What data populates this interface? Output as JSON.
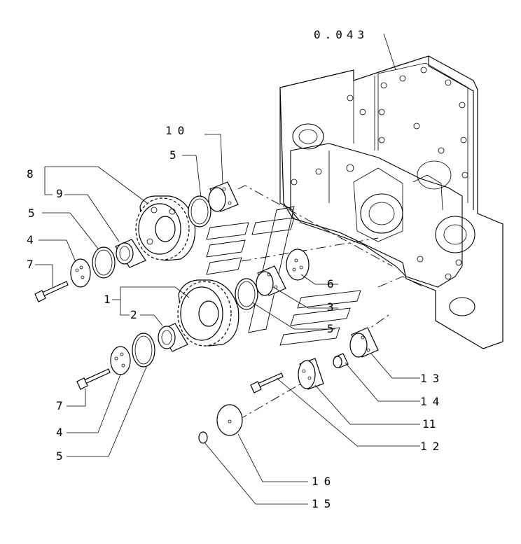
{
  "ref_label": "0.043",
  "labels": {
    "p1": "1",
    "p2": "2",
    "p3": "3",
    "p4a": "4",
    "p4b": "4",
    "p5a": "5",
    "p5b": "5",
    "p5c": "5",
    "p5d": "5",
    "p6": "6",
    "p7a": "7",
    "p7b": "7",
    "p8": "8",
    "p9": "9",
    "p10": "10",
    "p11": "11",
    "p12": "12",
    "p13": "13",
    "p14": "14",
    "p15": "15",
    "p16": "16"
  }
}
